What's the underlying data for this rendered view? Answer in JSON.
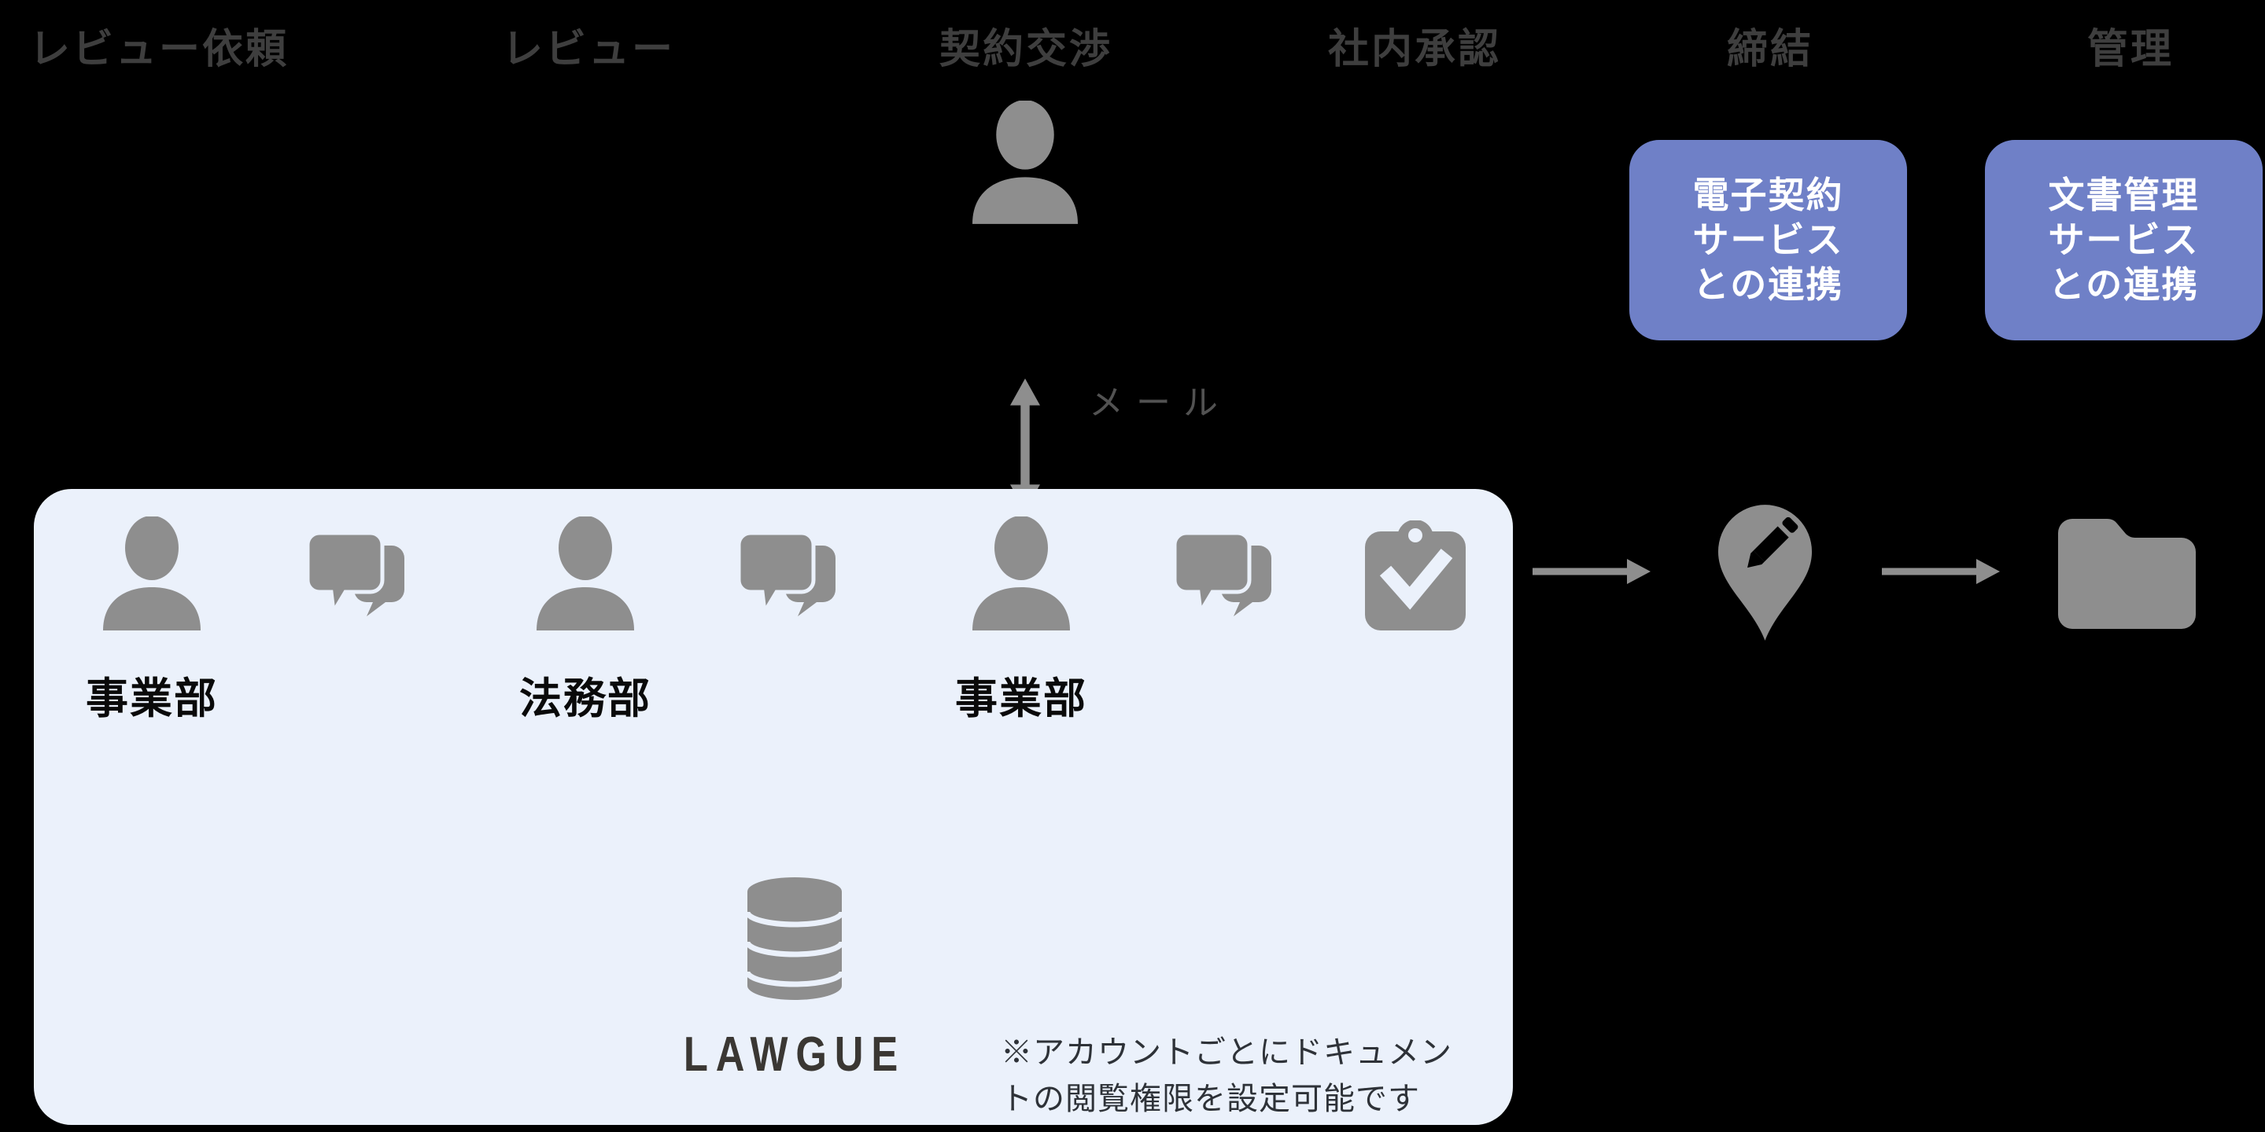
{
  "colors": {
    "background": "#000000",
    "phase_label": "#3E3E3E",
    "icon_gray": "#8E8E8E",
    "panel_bg": "#EBF1FB",
    "card_bg": "#6F80C7",
    "card_text": "#FFFFFF",
    "member_label": "#0A0A0A",
    "brand_text": "#3A3733",
    "note_text": "#2E3238",
    "mail_label": "#525252"
  },
  "phases": [
    {
      "label": "レビュー依頼"
    },
    {
      "label": "レビュー"
    },
    {
      "label": "契約交渉"
    },
    {
      "label": "社内承認"
    },
    {
      "label": "締結"
    },
    {
      "label": "管理"
    }
  ],
  "negotiation": {
    "mail_label": "メール",
    "icons": [
      "person-icon",
      "double-headed-arrow-icon"
    ]
  },
  "integrations": [
    {
      "lines": [
        "電子契約",
        "サービス",
        "との連携"
      ]
    },
    {
      "lines": [
        "文書管理",
        "サービス",
        "との連携"
      ]
    }
  ],
  "panel": {
    "members": [
      {
        "label": "事業部",
        "icons": [
          "person-icon",
          "chat-bubbles-icon"
        ]
      },
      {
        "label": "法務部",
        "icons": [
          "person-icon",
          "chat-bubbles-icon"
        ]
      },
      {
        "label": "事業部",
        "icons": [
          "person-icon",
          "chat-bubbles-icon"
        ]
      }
    ],
    "approval_icon": "clipboard-check-icon",
    "database_icon": "database-icon",
    "brand": "LAWGUE",
    "note": {
      "lines": [
        "※アカウントごとにドキュメン",
        "トの閲覧権限を設定可能です"
      ]
    }
  },
  "flow": {
    "arrow_icons": [
      "right-arrow-icon",
      "right-arrow-icon"
    ],
    "sign_icon": "map-pin-edit-icon",
    "storage_icon": "folder-icon"
  }
}
